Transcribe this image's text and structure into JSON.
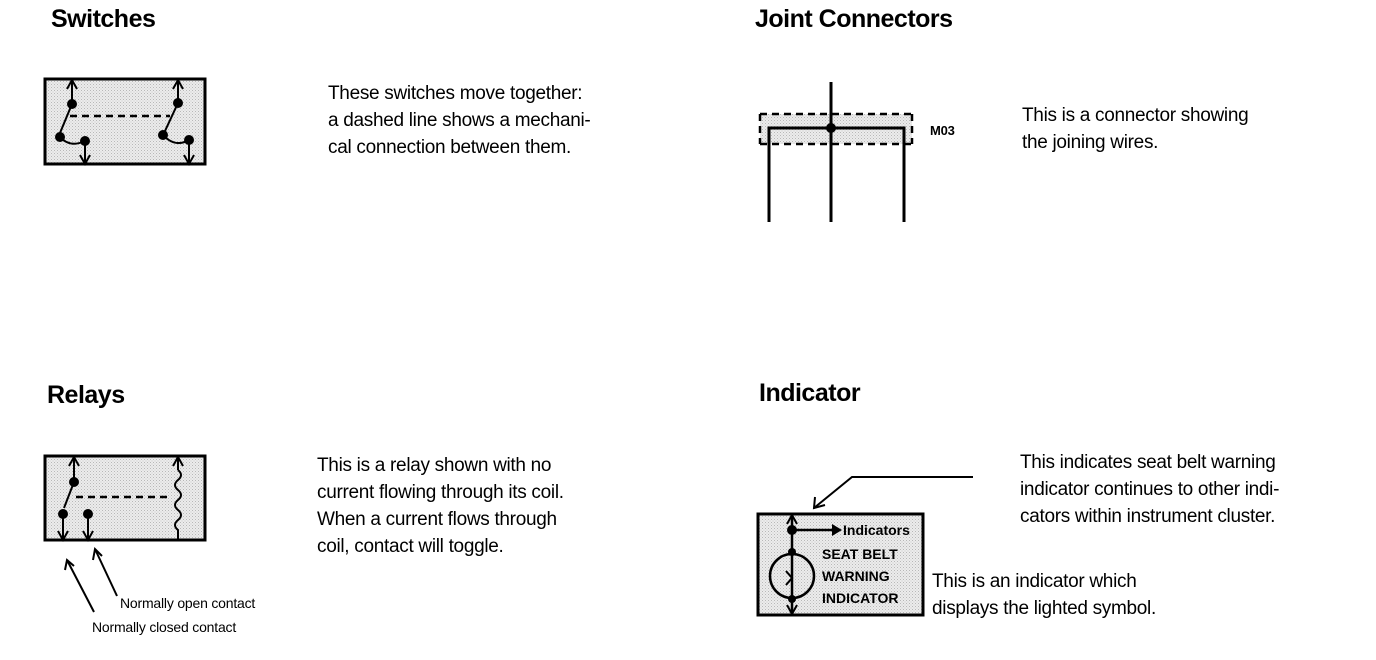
{
  "switches": {
    "heading": "Switches",
    "lines": [
      "These switches move together:",
      "a dashed line shows a mechani-",
      "cal connection between them."
    ]
  },
  "joint": {
    "heading": "Joint Connectors",
    "connector_id": "M03",
    "lines": [
      "This is a connector showing",
      "the joining wires."
    ]
  },
  "relays": {
    "heading": "Relays",
    "lines": [
      "This is a relay shown with no",
      "current flowing through its coil.",
      "When a current flows through",
      "coil, contact will toggle."
    ],
    "label_open": "Normally open contact",
    "label_closed": "Normally closed contact"
  },
  "indicator": {
    "heading": "Indicator",
    "continue_lines": [
      "This indicates seat belt warning",
      "indicator continues to other indi-",
      "cators within instrument cluster."
    ],
    "symbol_lines": [
      "This is an indicator which",
      "displays the lighted symbol."
    ],
    "box_arrow_label": "Indicators",
    "box_lines": [
      "SEAT BELT",
      "WARNING",
      "INDICATOR"
    ]
  }
}
